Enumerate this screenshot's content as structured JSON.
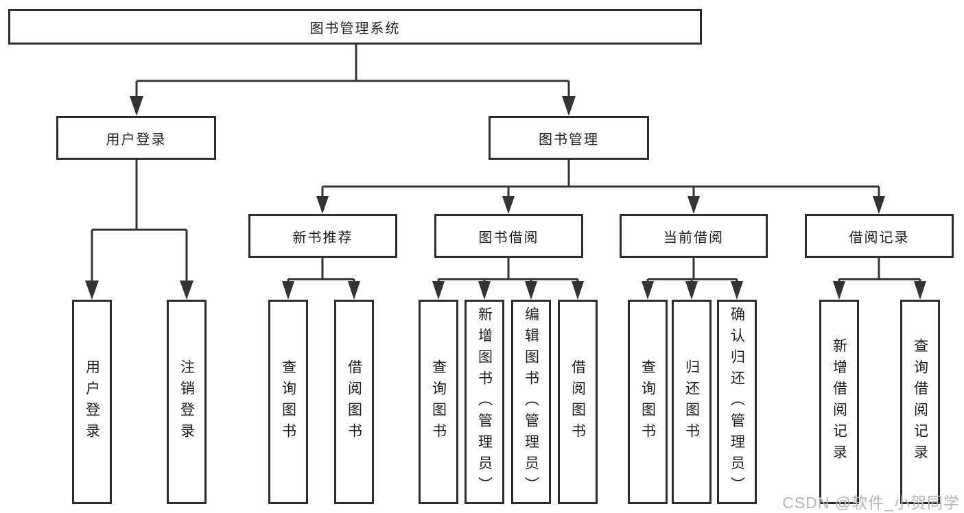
{
  "nodes": {
    "root": {
      "label": "图书管理系统"
    },
    "user_login": {
      "label": "用户登录"
    },
    "book_mgmt": {
      "label": "图书管理"
    },
    "new_book_rec": {
      "label": "新书推荐"
    },
    "book_borrow": {
      "label": "图书借阅"
    },
    "current_borrow": {
      "label": "当前借阅"
    },
    "borrow_record": {
      "label": "借阅记录"
    },
    "leaves": {
      "user_login": {
        "label": "用户登录"
      },
      "logout": {
        "label": "注销登录"
      },
      "rec_query_book": {
        "label": "查询图书"
      },
      "rec_borrow_book": {
        "label": "借阅图书"
      },
      "bor_query_book": {
        "label": "查询图书"
      },
      "bor_add_book": {
        "label": "新增图书（管理员）"
      },
      "bor_edit_book": {
        "label": "编辑图书（管理员）"
      },
      "bor_borrow_book": {
        "label": "借阅图书"
      },
      "cur_query_book": {
        "label": "查询图书"
      },
      "cur_return_book": {
        "label": "归还图书"
      },
      "cur_confirm_return": {
        "label": "确认归还（管理员）"
      },
      "rec2_add_record": {
        "label": "新增借阅记录"
      },
      "rec2_query_record": {
        "label": "查询借阅记录"
      }
    }
  },
  "structure": {
    "图书管理系统": {
      "用户登录": [
        "用户登录",
        "注销登录"
      ],
      "图书管理": {
        "新书推荐": [
          "查询图书",
          "借阅图书"
        ],
        "图书借阅": [
          "查询图书",
          "新增图书（管理员）",
          "编辑图书（管理员）",
          "借阅图书"
        ],
        "当前借阅": [
          "查询图书",
          "归还图书",
          "确认归还（管理员）"
        ],
        "借阅记录": [
          "新增借阅记录",
          "查询借阅记录"
        ]
      }
    }
  },
  "watermark": "CSDN @软件_小贺同学",
  "colors": {
    "line": "#333333",
    "box_border": "#2d2d2d",
    "box_background": "#ffffff",
    "text": "#1e1e1e",
    "watermark": "#b6b6b6",
    "background": "#ffffff"
  }
}
